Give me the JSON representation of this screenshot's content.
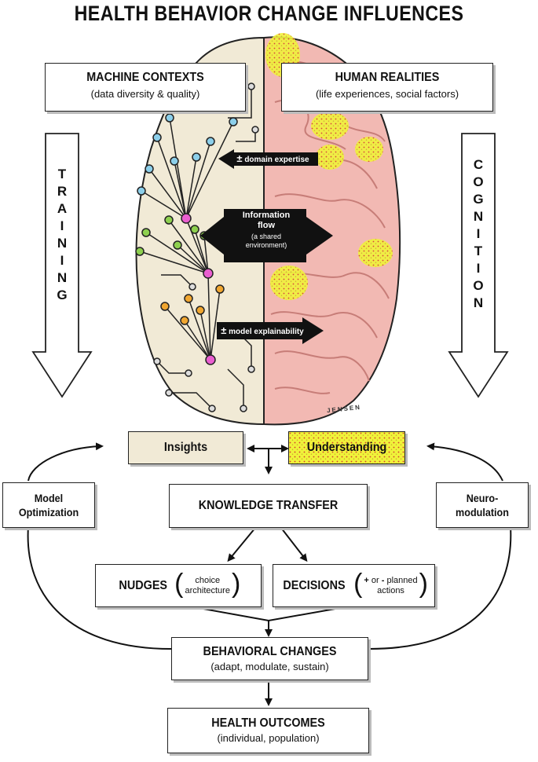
{
  "title": "HEALTH BEHAVIOR CHANGE INFLUENCES",
  "machine": {
    "heading": "MACHINE CONTEXTS",
    "sub": "(data diversity & quality)"
  },
  "human": {
    "heading": "HUMAN REALITIES",
    "sub": "(life experiences, social factors)"
  },
  "left_arrow_label": [
    "T",
    "R",
    "A",
    "I",
    "N",
    "I",
    "N",
    "G"
  ],
  "right_arrow_label": [
    "C",
    "O",
    "G",
    "N",
    "I",
    "T",
    "I",
    "O",
    "N"
  ],
  "brain": {
    "domain_expertise": "domain expertise",
    "pm_symbol": "±",
    "info_title_1": "Information",
    "info_title_2": "flow",
    "info_sub_1": "(a shared",
    "info_sub_2": "environment)",
    "model_explainability": "model explainability",
    "signature": "JENSEN"
  },
  "insights": "Insights",
  "understanding": "Understanding",
  "model_optimization": [
    "Model",
    "Optimization"
  ],
  "neuromodulation": [
    "Neuro-",
    "modulation"
  ],
  "knowledge_transfer": "KNOWLEDGE TRANSFER",
  "nudges": {
    "heading": "NUDGES",
    "sub_1": "choice",
    "sub_2": "architecture"
  },
  "decisions": {
    "heading": "DECISIONS",
    "sub_plus": "+",
    "sub_or": "or",
    "sub_minus": "-",
    "sub_planned": "planned",
    "sub_actions": "actions"
  },
  "behavioral": {
    "heading": "BEHAVIORAL CHANGES",
    "sub": "(adapt, modulate, sustain)"
  },
  "outcomes": {
    "heading": "HEALTH OUTCOMES",
    "sub": "(individual, population)"
  },
  "colors": {
    "machine_bg": "#f1ead6",
    "brain_pink": "#f2b9b3",
    "highlight": "#f0f23a",
    "node_blue": "#8ccfea",
    "node_green": "#8ed04f",
    "node_orange": "#f0a630",
    "node_pink": "#ea5fd0"
  }
}
